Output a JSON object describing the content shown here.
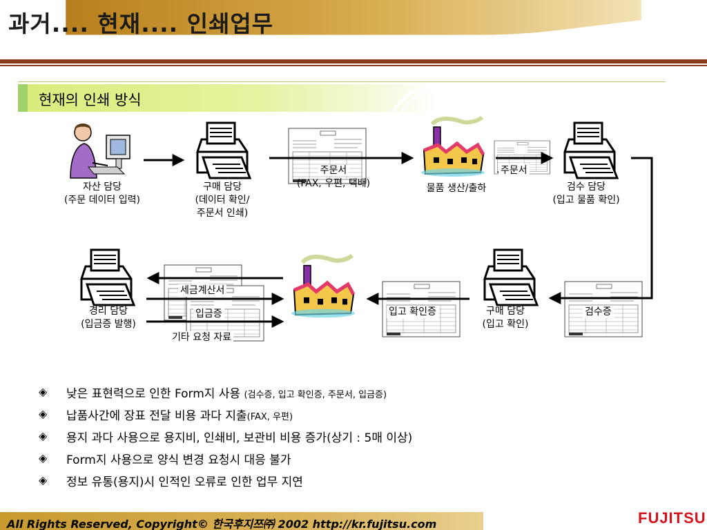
{
  "header": {
    "title": "과거.... 현재.... 인쇄업무"
  },
  "section": {
    "title": "현재의 인쇄 방식"
  },
  "diagram": {
    "nodes": {
      "asset": {
        "line1": "자산 담당",
        "line2": "(주문 데이터 입력)"
      },
      "purchase_print": {
        "line1": "구매 담당",
        "line2": "(데이터 확인/",
        "line3": "주문서 인쇄)"
      },
      "order_doc": {
        "line1": "주문서",
        "line2": "(FAX, 우편, 택배)"
      },
      "factory_top": {
        "label": "물품 생산/출하"
      },
      "order_doc_small": {
        "label": "주문서"
      },
      "inspection": {
        "line1": "검수 담당",
        "line2": "(입고 물품 확인)"
      },
      "inspection_doc": {
        "label": "검수증"
      },
      "purchase_confirm": {
        "line1": "구매 담당",
        "line2": "(입고 확인)"
      },
      "receipt_doc": {
        "label": "입고 확인증"
      },
      "accounting": {
        "line1": "경리 담당",
        "line2": "(입금증 발행)"
      },
      "tax_invoice": {
        "label": "세금계산서"
      },
      "deposit_slip": {
        "label": "입금증"
      },
      "other_docs": {
        "label": "기타 요청 자료"
      }
    }
  },
  "bullets": [
    {
      "text": "낮은 표현력으로 인한 Form지 사용 ",
      "note": "(검수증, 입고 확인증, 주문서, 입금증)"
    },
    {
      "text": "납품사간에 장표 전달 비용 과다 지출",
      "note": "(FAX, 우편)"
    },
    {
      "text": "용지 과다 사용으로 용지비, 인쇄비, 보관비 비용 증가(상기 : 5매 이상)",
      "note": ""
    },
    {
      "text": "Form지 사용으로 양식 변경 요청시 대응 불가",
      "note": ""
    },
    {
      "text": "정보 유통(용지)시 인적인 오류로 인한 업무 지연",
      "note": ""
    }
  ],
  "bullet_mark": "◈",
  "footer": {
    "copyright": "All Rights Reserved, Copyright© 한국후지쯔㈜ 2002 http://kr.fujitsu.com",
    "brand": "FUJITSU"
  },
  "colors": {
    "accent": "#8b3a1a",
    "header_gold": "#c9962a",
    "highlight": "#d8ec7a",
    "brand_red": "#d3121b"
  }
}
